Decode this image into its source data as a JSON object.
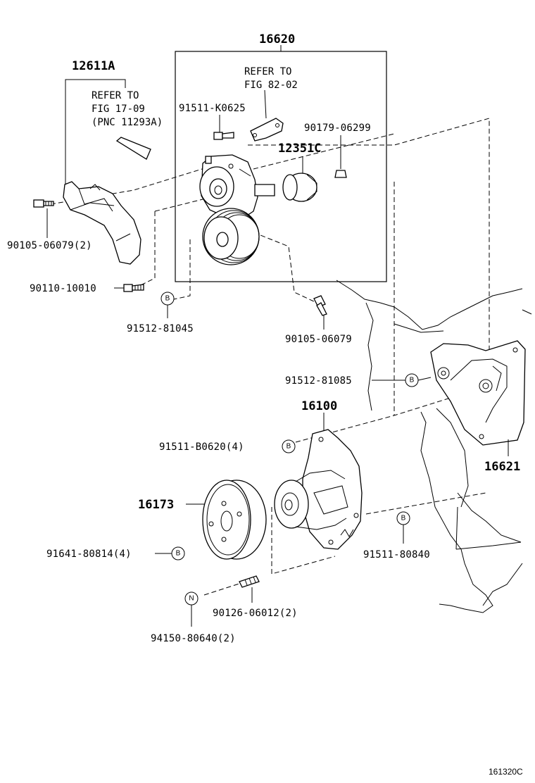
{
  "figure_id": "161320C",
  "labels": {
    "assy_16620": "16620",
    "cover_12611a": "12611A",
    "refer_17_line1": "REFER TO",
    "refer_17_line2": "FIG 17-09",
    "refer_17_line3": "(PNC 11293A)",
    "refer_82_line1": "REFER TO",
    "refer_82_line2": "FIG 82-02",
    "bolt_91511_k0625": "91511-K0625",
    "nut_90179_06299": "90179-06299",
    "idler_12351c": "12351C",
    "bolt_90105_06079_2": "90105-06079(2)",
    "bolt_90110_10010": "90110-10010",
    "bolt_91512_81045": "91512-81045",
    "bolt_90105_06079": "90105-06079",
    "bolt_91512_81085": "91512-81085",
    "pump_16100": "16100",
    "bolt_91511_b0620_4": "91511-B0620(4)",
    "bracket_16621": "16621",
    "pulley_16173": "16173",
    "bolt_91641_80814_4": "91641-80814(4)",
    "bolt_91511_80840": "91511-80840",
    "stud_90126_06012_2": "90126-06012(2)",
    "nut_94150_80640_2": "94150-80640(2)"
  },
  "markers": {
    "b": "B",
    "n": "N"
  }
}
